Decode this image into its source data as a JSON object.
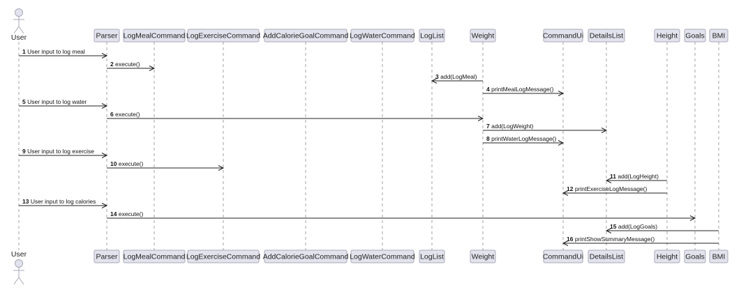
{
  "diagram": {
    "type": "sequence",
    "participants": [
      {
        "id": "User",
        "label": "User",
        "kind": "actor"
      },
      {
        "id": "Parser",
        "label": "Parser",
        "kind": "participant"
      },
      {
        "id": "LogMealCommand",
        "label": "LogMealCommand",
        "kind": "participant"
      },
      {
        "id": "LogExerciseCommand",
        "label": "LogExerciseCommand",
        "kind": "participant"
      },
      {
        "id": "AddCalorieGoalCommand",
        "label": "AddCalorieGoalCommand",
        "kind": "participant"
      },
      {
        "id": "LogWaterCommand",
        "label": "LogWaterCommand",
        "kind": "participant"
      },
      {
        "id": "LogList",
        "label": "LogList",
        "kind": "participant"
      },
      {
        "id": "Weight",
        "label": "Weight",
        "kind": "participant"
      },
      {
        "id": "CommandUi",
        "label": "CommandUi",
        "kind": "participant"
      },
      {
        "id": "DetailsList",
        "label": "DetailsList",
        "kind": "participant"
      },
      {
        "id": "Height",
        "label": "Height",
        "kind": "participant"
      },
      {
        "id": "Goals",
        "label": "Goals",
        "kind": "participant"
      },
      {
        "id": "BMI",
        "label": "BMI",
        "kind": "participant"
      }
    ],
    "messages": [
      {
        "num": "1",
        "text": "User input to log meal",
        "from": "User",
        "to": "Parser"
      },
      {
        "num": "2",
        "text": "execute()",
        "from": "Parser",
        "to": "LogMealCommand"
      },
      {
        "num": "3",
        "text": "add(LogMeal)",
        "from": "Weight",
        "to": "LogList"
      },
      {
        "num": "4",
        "text": "printMealLogMessage()",
        "from": "Weight",
        "to": "CommandUi"
      },
      {
        "num": "5",
        "text": "User input to log water",
        "from": "User",
        "to": "Parser"
      },
      {
        "num": "6",
        "text": "execute()",
        "from": "Parser",
        "to": "Weight"
      },
      {
        "num": "7",
        "text": "add(LogWeight)",
        "from": "Weight",
        "to": "DetailsList"
      },
      {
        "num": "8",
        "text": "printWaterLogMessage()",
        "from": "Weight",
        "to": "CommandUi"
      },
      {
        "num": "9",
        "text": "User input to log exercise",
        "from": "User",
        "to": "Parser"
      },
      {
        "num": "10",
        "text": "execute()",
        "from": "Parser",
        "to": "LogExerciseCommand"
      },
      {
        "num": "11",
        "text": "add(LogHeight)",
        "from": "Height",
        "to": "DetailsList"
      },
      {
        "num": "12",
        "text": "printExerciseLogMessage()",
        "from": "Height",
        "to": "CommandUi"
      },
      {
        "num": "13",
        "text": "User input to log calories",
        "from": "User",
        "to": "Parser"
      },
      {
        "num": "14",
        "text": "execute()",
        "from": "Parser",
        "to": "Goals"
      },
      {
        "num": "15",
        "text": "add(LogGoals)",
        "from": "BMI",
        "to": "DetailsList"
      },
      {
        "num": "16",
        "text": "printShowSummaryMessage()",
        "from": "BMI",
        "to": "CommandUi"
      }
    ]
  }
}
